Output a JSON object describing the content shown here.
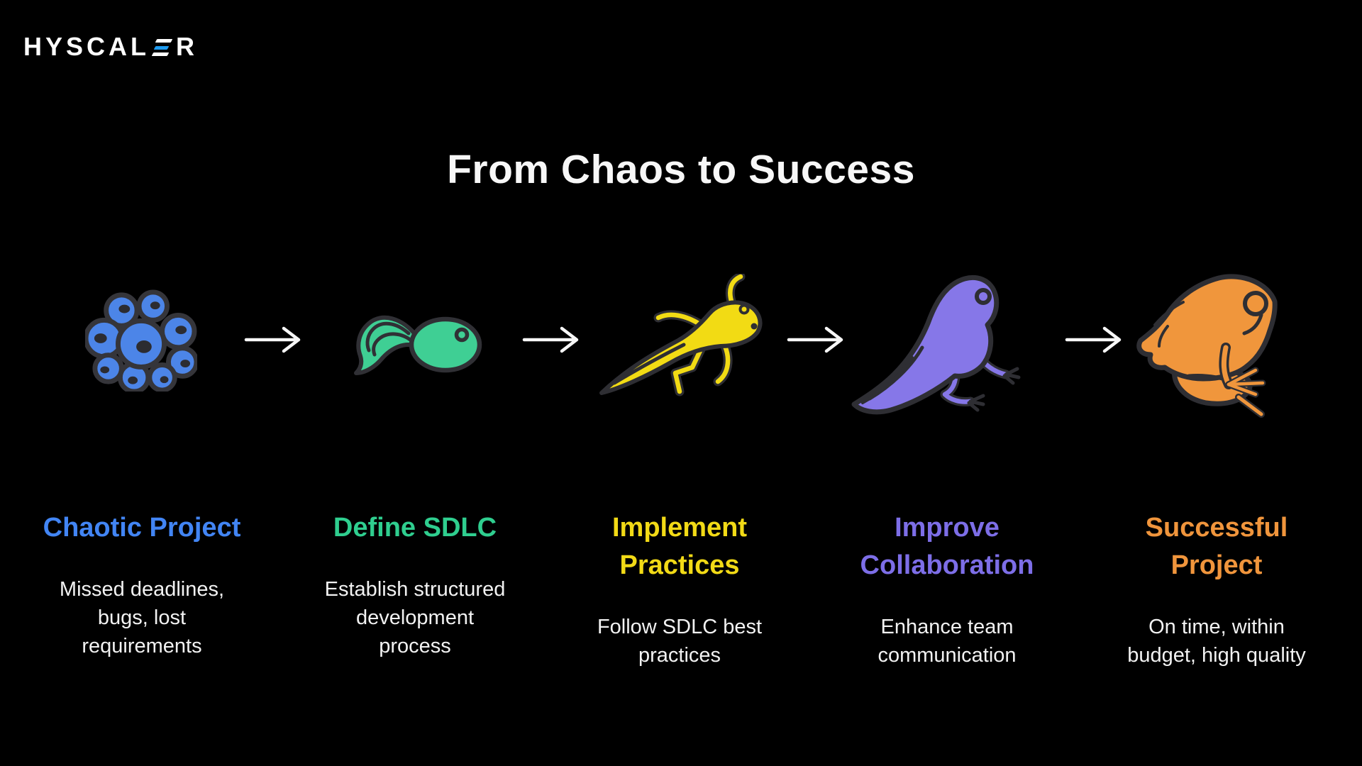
{
  "background_color": "#000000",
  "brand": {
    "prefix": "HYSCAL",
    "stylized_letter": "E",
    "suffix": "R",
    "accent_color": "#1E9BF0",
    "text_color": "#FFFFFF"
  },
  "title": "From Chaos to Success",
  "arrow": {
    "icon": "right-arrow-icon",
    "color": "#F7F7F7",
    "count": 4
  },
  "description_color": "#F2F2F2",
  "stages": [
    {
      "heading": "Chaotic Project",
      "heading_color": "#4285F4",
      "description": "Missed deadlines,\nbugs, lost\nrequirements",
      "icon": "frog-eggs-icon",
      "icon_color": "#4C85E8"
    },
    {
      "heading": "Define SDLC",
      "heading_color": "#2FCE8F",
      "description": "Establish structured\ndevelopment\nprocess",
      "icon": "tadpole-icon",
      "icon_color": "#3FCF94"
    },
    {
      "heading": "Implement\nPractices",
      "heading_color": "#F2DA16",
      "description": "Follow SDLC best\npractices",
      "icon": "tadpole-with-legs-icon",
      "icon_color": "#F2DB14"
    },
    {
      "heading": "Improve\nCollaboration",
      "heading_color": "#7D6EE7",
      "description": "Enhance team\ncommunication",
      "icon": "young-frog-icon",
      "icon_color": "#8677E8"
    },
    {
      "heading": "Successful\nProject",
      "heading_color": "#F0953C",
      "description": "On time, within\nbudget, high quality",
      "icon": "adult-frog-icon",
      "icon_color": "#F0963C"
    }
  ]
}
